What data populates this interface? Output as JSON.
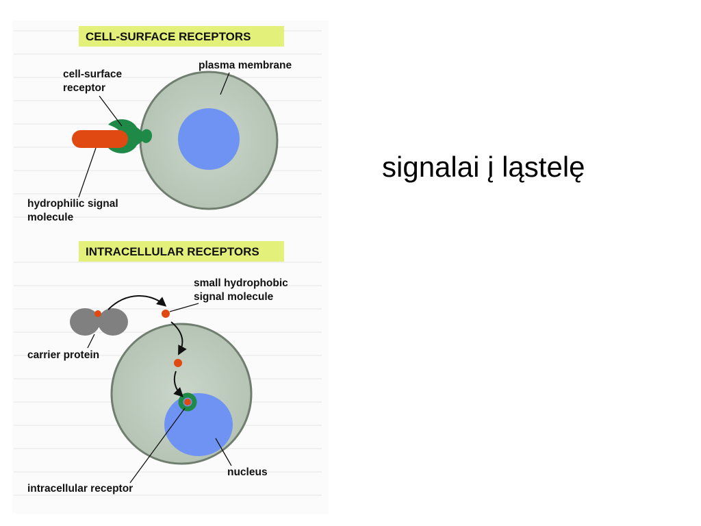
{
  "slide": {
    "title": "signalai į ląstelę"
  },
  "figure": {
    "panel_top": {
      "heading": "CELL-SURFACE RECEPTORS",
      "labels": {
        "receptor_line1": "cell-surface",
        "receptor_line2": "receptor",
        "membrane": "plasma membrane",
        "signal_line1": "hydrophilic signal",
        "signal_line2": "molecule"
      }
    },
    "panel_bottom": {
      "heading": "INTRACELLULAR RECEPTORS",
      "labels": {
        "small_line1": "small hydrophobic",
        "small_line2": "signal molecule",
        "carrier": "carrier protein",
        "nucleus": "nucleus",
        "receptor": "intracellular receptor"
      }
    },
    "colors": {
      "heading_bg": "#e3f07a",
      "cell_fill": "#bfcdbf",
      "cell_stroke": "#6f7e6f",
      "nucleus": "#6f93f2",
      "receptor": "#1f8a48",
      "signal": "#e04a12",
      "carrier": "#808080"
    }
  }
}
